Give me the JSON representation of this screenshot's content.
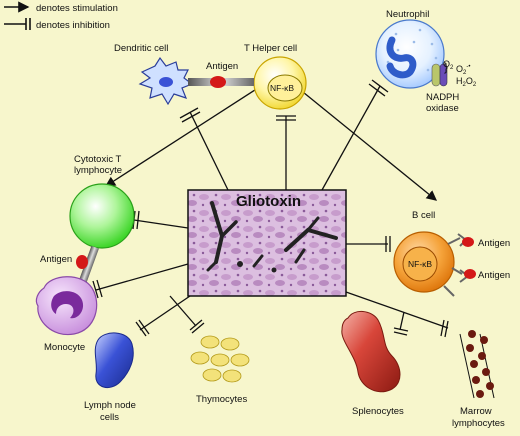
{
  "legend": {
    "stimulation": "denotes stimulation",
    "inhibition": "denotes inhibition"
  },
  "center": {
    "title": "Gliotoxin"
  },
  "cells": {
    "dendritic": "Dendritic cell",
    "t_helper": "T Helper cell",
    "neutrophil": "Neutrophil",
    "cytotoxic_line1": "Cytotoxic T",
    "cytotoxic_line2": "lymphocyte",
    "b_cell": "B cell",
    "monocyte": "Monocyte",
    "lymph_line1": "Lymph node",
    "lymph_line2": "cells",
    "thymocytes": "Thymocytes",
    "splenocytes": "Splenocytes",
    "marrow_line1": "Marrow",
    "marrow_line2": "lymphocytes"
  },
  "labels": {
    "antigen": "Antigen",
    "nfkb": "NF-κB",
    "o2": "O",
    "o2_sub": "2",
    "superoxide": "O",
    "superoxide_sub": "2",
    "superoxide_sup": "-•",
    "h2o2_h": "H",
    "h2o2_sub1": "2",
    "h2o2_o": "O",
    "h2o2_sub2": "2",
    "nadph_line1": "NADPH",
    "nadph_line2": "oxidase"
  },
  "colors": {
    "background": "#f7f6cc",
    "t_helper": "#fff07a",
    "cytotoxic": "#66e64a",
    "b_cell": "#f08a1a",
    "monocyte": "#d9a7e8",
    "lymph": "#3a52d6",
    "thymocyte": "#f3e27a",
    "splenocyte": "#c8382c",
    "marrow": "#6b1a10",
    "neutrophil": "#8ab6ff",
    "antigen": "#d41818",
    "tissue": "#d9b6dc"
  }
}
